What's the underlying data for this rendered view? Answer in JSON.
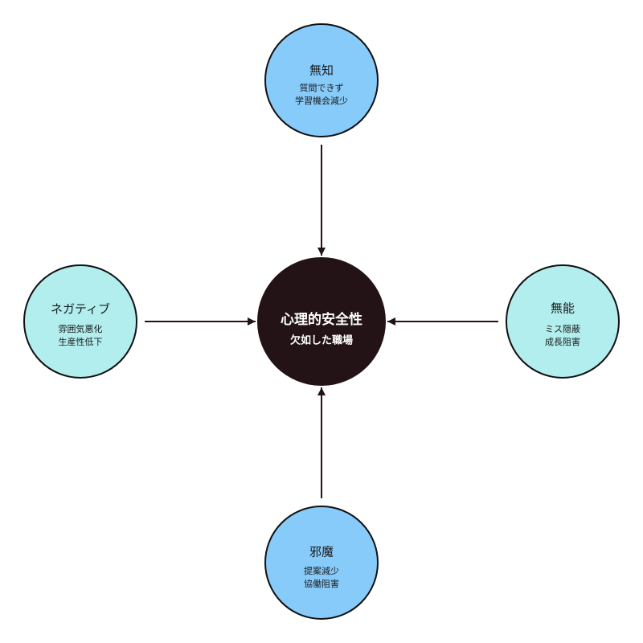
{
  "center": {
    "title": "心理的安全性",
    "subtitle": "欠如した職場",
    "color": "#231316"
  },
  "nodes": {
    "top": {
      "title": "無知",
      "line1": "質問できず",
      "line2": "学習機会減少",
      "color": "#87cbfa"
    },
    "left": {
      "title": "ネガティブ",
      "line1": "雰囲気悪化",
      "line2": "生産性低下",
      "color": "#b2eeee"
    },
    "right": {
      "title": "無能",
      "line1": "ミス隠蔽",
      "line2": "成長阻害",
      "color": "#b2eeee"
    },
    "bottom": {
      "title": "邪魔",
      "line1": "提案減少",
      "line2": "協働阻害",
      "color": "#87cbfa"
    }
  },
  "stroke_color": "#111111",
  "arrow_color": "#231316"
}
